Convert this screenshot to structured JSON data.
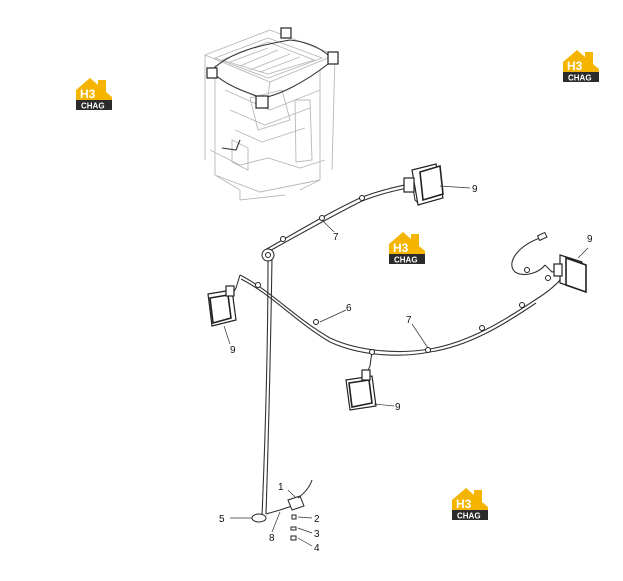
{
  "logos": [
    {
      "id": "logo-1",
      "mark": "H3",
      "caption": "CHAG"
    },
    {
      "id": "logo-2",
      "mark": "H3",
      "caption": "CHAG"
    },
    {
      "id": "logo-3",
      "mark": "H3",
      "caption": "CHAG"
    },
    {
      "id": "logo-4",
      "mark": "H3",
      "caption": "CHAG"
    }
  ],
  "callouts": {
    "c9a": "9",
    "c7a": "7",
    "c9b": "9",
    "c6": "6",
    "c7b": "7",
    "c9c": "9",
    "c9d": "9",
    "c1": "1",
    "c2": "2",
    "c3": "3",
    "c4": "4",
    "c5": "5",
    "c8": "8"
  },
  "colors": {
    "logo_gold": "#f4b400",
    "logo_dark": "#2b2b2b",
    "line": "#333333",
    "cab": "#b8b8b8"
  }
}
